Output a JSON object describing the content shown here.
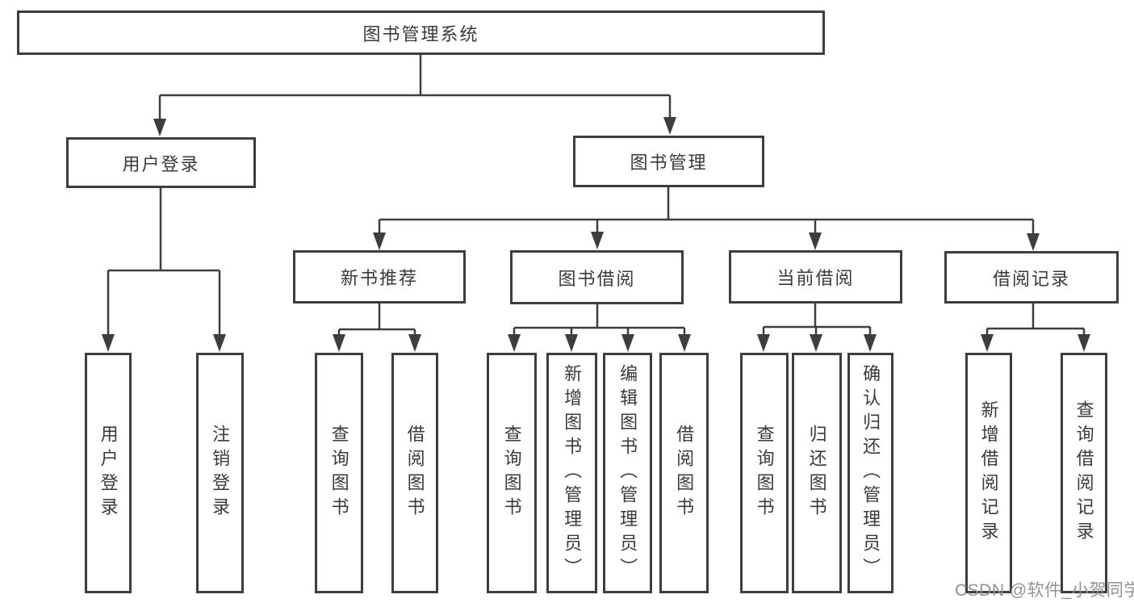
{
  "nodes": {
    "root": {
      "label": "图书管理系统"
    },
    "level2": [
      {
        "label": "用户登录"
      },
      {
        "label": "图书管理"
      }
    ],
    "level3": [
      {
        "label": "新书推荐"
      },
      {
        "label": "图书借阅"
      },
      {
        "label": "当前借阅"
      },
      {
        "label": "借阅记录"
      }
    ],
    "leaves": {
      "user_login": [
        {
          "label": "用户登录"
        },
        {
          "label": "注销登录"
        }
      ],
      "new_book_recommend": [
        {
          "label": "查询图书"
        },
        {
          "label": "借阅图书"
        }
      ],
      "book_borrow": [
        {
          "label": "查询图书"
        },
        {
          "label": "新增图书（管理员）"
        },
        {
          "label": "编辑图书（管理员）"
        },
        {
          "label": "借阅图书"
        }
      ],
      "current_borrow": [
        {
          "label": "查询图书"
        },
        {
          "label": "归还图书"
        },
        {
          "label": "确认归还（管理员）"
        }
      ],
      "borrow_records": [
        {
          "label": "新增借阅记录"
        },
        {
          "label": "查询借阅记录"
        }
      ]
    }
  },
  "watermark": "CSDN @软件_小贺同学",
  "colors": {
    "line": "#3e3e3e",
    "text": "#3a3a3a",
    "watermark": "#929292",
    "background": "#ffffff"
  }
}
